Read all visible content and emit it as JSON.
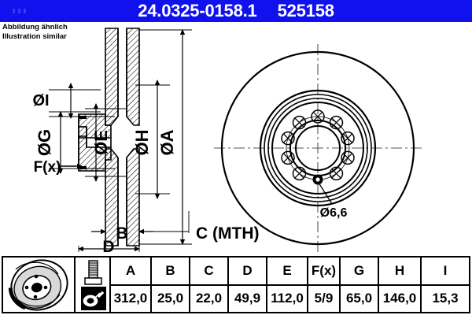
{
  "header": {
    "part_number": "24.0325-0158.1",
    "article_number": "525158",
    "banner_color": "#1111ee",
    "text_color": "#ffffff"
  },
  "notice": {
    "line_de": "Abbildung ähnlich",
    "line_en": "Illustration similar"
  },
  "drawing": {
    "section_view": {
      "labels": {
        "dia_I": "ØI",
        "dia_G": "ØG",
        "dia_E": "ØE",
        "dia_H": "ØH",
        "dia_A": "ØA",
        "force": "F(x)",
        "dim_B": "B",
        "dim_C": "C (MTH)",
        "dim_D": "D"
      }
    },
    "face_view": {
      "hole_callout": "Ø6,6",
      "bolt_hole_count": 10
    }
  },
  "spec_table": {
    "icons": [
      {
        "name": "brake-disc-icon",
        "label": "brake-disc"
      },
      {
        "name": "wheel-bolt-icon",
        "label": "wheel-bolt"
      }
    ],
    "columns": [
      "A",
      "B",
      "C",
      "D",
      "E",
      "F(x)",
      "G",
      "H",
      "I"
    ],
    "headers": {
      "A": "A",
      "B": "B",
      "C": "C",
      "D": "D",
      "E": "E",
      "F_main": "F",
      "F_sub": "(x)",
      "G": "G",
      "H": "H",
      "I": "I"
    },
    "values": {
      "A": "312,0",
      "B": "25,0",
      "C": "22,0",
      "D": "49,9",
      "E": "112,0",
      "F": "5/9",
      "G": "65,0",
      "H": "146,0",
      "I": "15,3"
    }
  }
}
